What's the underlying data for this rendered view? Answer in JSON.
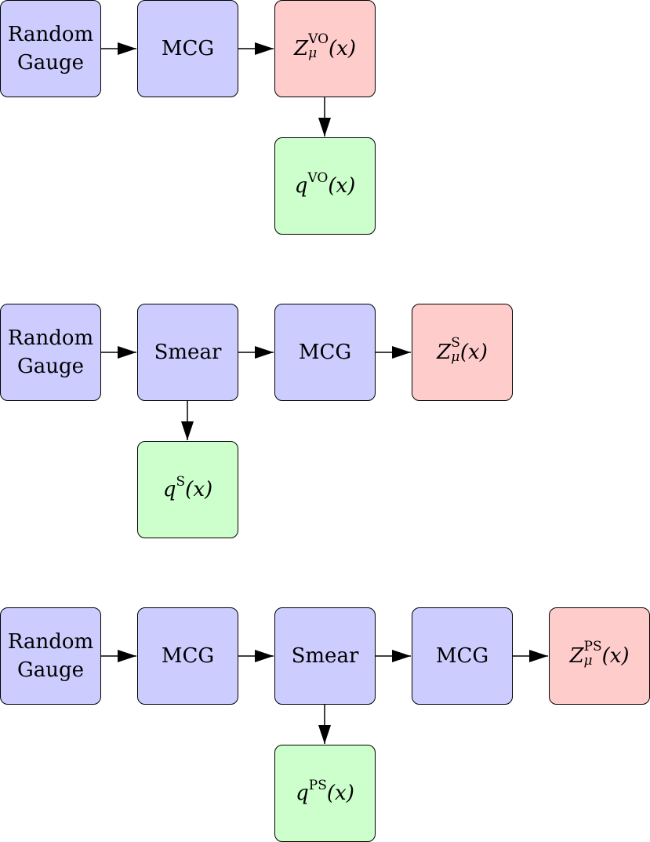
{
  "colors": {
    "process": "#ccccff",
    "field": "#ffcccc",
    "charge": "#ccffcc",
    "border": "#000000"
  },
  "flow1": {
    "random_gauge_line1": "Random",
    "random_gauge_line2": "Gauge",
    "mcg": "MCG",
    "field": {
      "base": "Z",
      "sub": "μ",
      "sup": "VO",
      "arg": "(x)"
    },
    "charge": {
      "base": "q",
      "sup": "VO",
      "arg": "(x)"
    }
  },
  "flow2": {
    "random_gauge_line1": "Random",
    "random_gauge_line2": "Gauge",
    "smear": "Smear",
    "mcg": "MCG",
    "field": {
      "base": "Z",
      "sub": "μ",
      "sup": "S",
      "arg": "(x)"
    },
    "charge": {
      "base": "q",
      "sup": "S",
      "arg": "(x)"
    }
  },
  "flow3": {
    "random_gauge_line1": "Random",
    "random_gauge_line2": "Gauge",
    "mcg1": "MCG",
    "smear": "Smear",
    "mcg2": "MCG",
    "field": {
      "base": "Z",
      "sub": "μ",
      "sup": "PS",
      "arg": "(x)"
    },
    "charge": {
      "base": "q",
      "sup": "PS",
      "arg": "(x)"
    }
  }
}
